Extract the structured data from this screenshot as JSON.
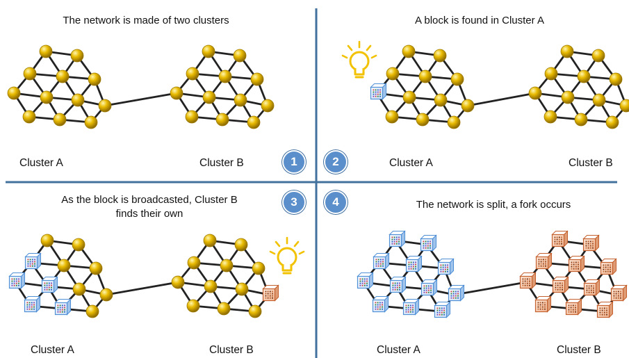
{
  "colors": {
    "divider": "#41719c",
    "badge": "#5b8fcb",
    "node_gold": "#e3b400",
    "node_gold_dark": "#9c7a00",
    "node_gold_light": "#fff3a0",
    "edge": "#222222",
    "block_blue": "#4f8fd6",
    "block_brown": "#c4602d",
    "bulb": "#f2c200"
  },
  "panels": [
    {
      "step": "1",
      "caption": "The network is made of two clusters",
      "cluster_a_label": "Cluster A",
      "cluster_b_label": "Cluster B",
      "cluster_a_state": "nodes",
      "cluster_b_state": "nodes",
      "bulb_icon": "none"
    },
    {
      "step": "2",
      "caption": "A block is found in Cluster A",
      "cluster_a_label": "Cluster A",
      "cluster_b_label": "Cluster B",
      "cluster_a_state": "one-blue-block",
      "cluster_b_state": "nodes",
      "bulb_icon": "lightbulb-icon"
    },
    {
      "step": "3",
      "caption_line1": "As the block is broadcasted, Cluster B",
      "caption_line2": "finds their own",
      "cluster_a_label": "Cluster A",
      "cluster_b_label": "Cluster B",
      "cluster_a_state": "half-blue-blocks",
      "cluster_b_state": "one-brown-block",
      "bulb_icon": "lightbulb-icon"
    },
    {
      "step": "4",
      "caption": "The network is split, a fork occurs",
      "cluster_a_label": "Cluster A",
      "cluster_b_label": "Cluster B",
      "cluster_a_state": "all-blue-blocks",
      "cluster_b_state": "all-brown-blocks",
      "bulb_icon": "none"
    }
  ]
}
